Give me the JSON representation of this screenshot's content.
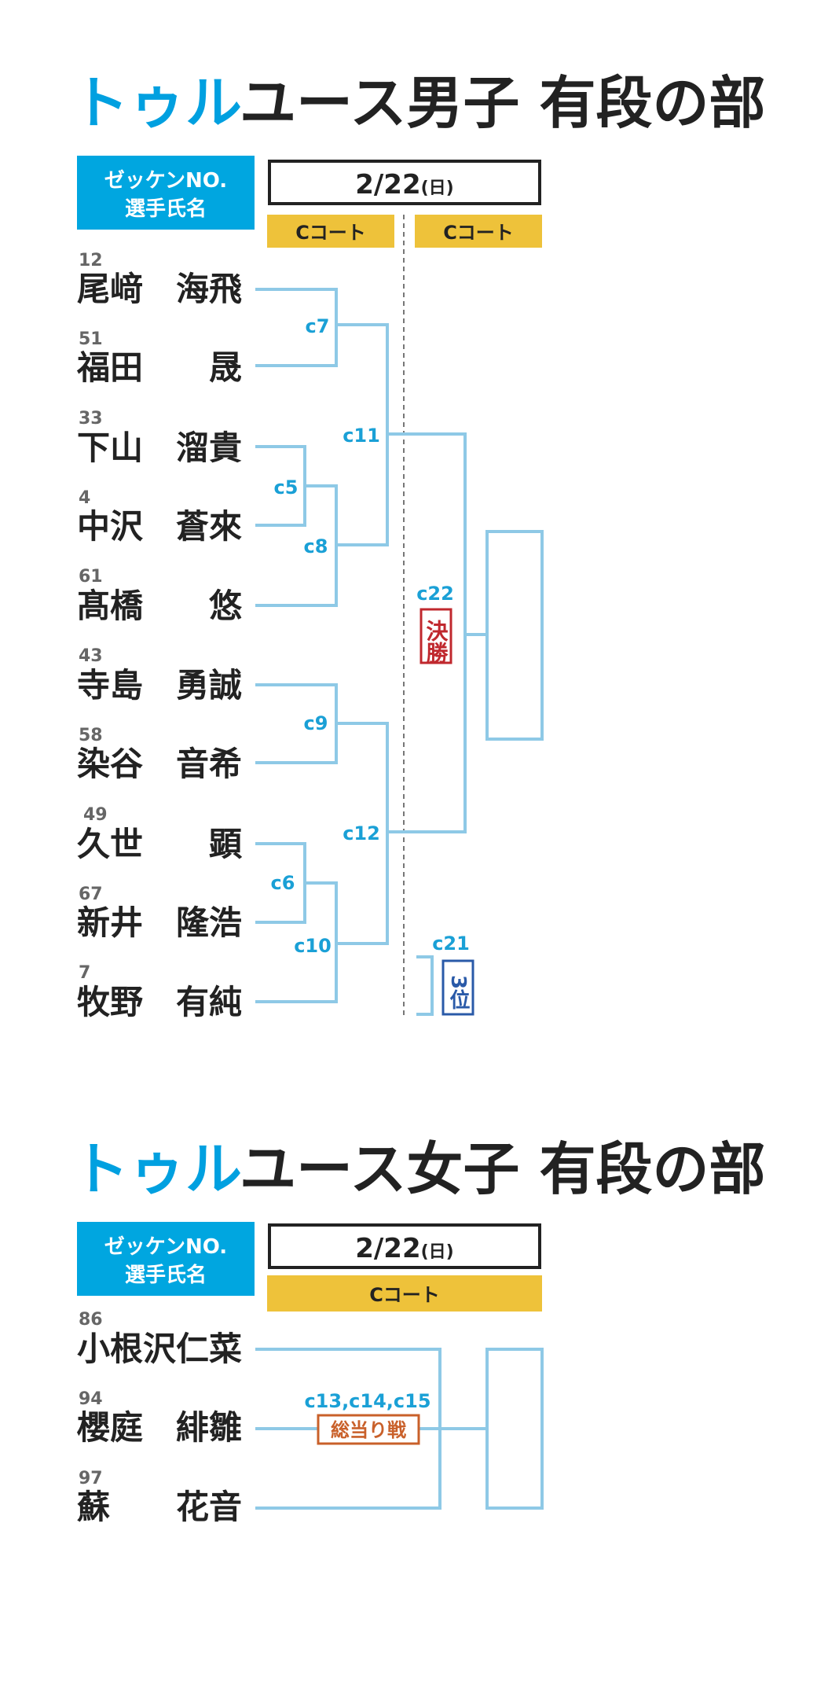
{
  "colors": {
    "accent_blue": "#00a0e0",
    "header_box": "#00a6e0",
    "court_yellow": "#eec23a",
    "bracket_line": "#8ec9e6",
    "final_red": "#c0282e",
    "third_blue": "#2a5aa8",
    "roundrobin_orange": "#c9602a",
    "text_dark": "#222222",
    "number_gray": "#666666"
  },
  "header_box": {
    "line1": "ゼッケンNO.",
    "line2": "選手氏名"
  },
  "boys": {
    "title_kind": "トゥル",
    "title_main": "ユース男子 有段の部",
    "date_main": "2/22",
    "date_day": "(日)",
    "courts": [
      "Cコート",
      "Cコート"
    ],
    "players": [
      {
        "no": "12",
        "surname": "尾﨑",
        "given": "海飛"
      },
      {
        "no": "51",
        "surname": "福田",
        "given": "晟"
      },
      {
        "no": "33",
        "surname": "下山",
        "given": "溜貴"
      },
      {
        "no": "4",
        "surname": "中沢",
        "given": "蒼來"
      },
      {
        "no": "61",
        "surname": "髙橋",
        "given": "悠"
      },
      {
        "no": "43",
        "surname": "寺島",
        "given": "勇誠"
      },
      {
        "no": "58",
        "surname": "染谷",
        "given": "音希"
      },
      {
        "no": "49",
        "surname": "久世",
        "given": "顕"
      },
      {
        "no": "67",
        "surname": "新井",
        "given": "隆浩"
      },
      {
        "no": "7",
        "surname": "牧野",
        "given": "有純"
      }
    ],
    "matches": {
      "c5": "c5",
      "c6": "c6",
      "c7": "c7",
      "c8": "c8",
      "c9": "c9",
      "c10": "c10",
      "c11": "c11",
      "c12": "c12",
      "c21": "c21",
      "c22": "c22"
    },
    "final_badge": "決勝",
    "third_badge": "3位"
  },
  "girls": {
    "title_kind": "トゥル",
    "title_main": "ユース女子 有段の部",
    "date_main": "2/22",
    "date_day": "(日)",
    "court": "Cコート",
    "players": [
      {
        "no": "86",
        "surname": "小根沢",
        "given": "仁菜"
      },
      {
        "no": "94",
        "surname": "櫻庭",
        "given": "緋雛"
      },
      {
        "no": "97",
        "surname": "蘇",
        "given": "花音"
      }
    ],
    "match_label": "c13,c14,c15",
    "roundrobin_badge": "総当り戦"
  }
}
